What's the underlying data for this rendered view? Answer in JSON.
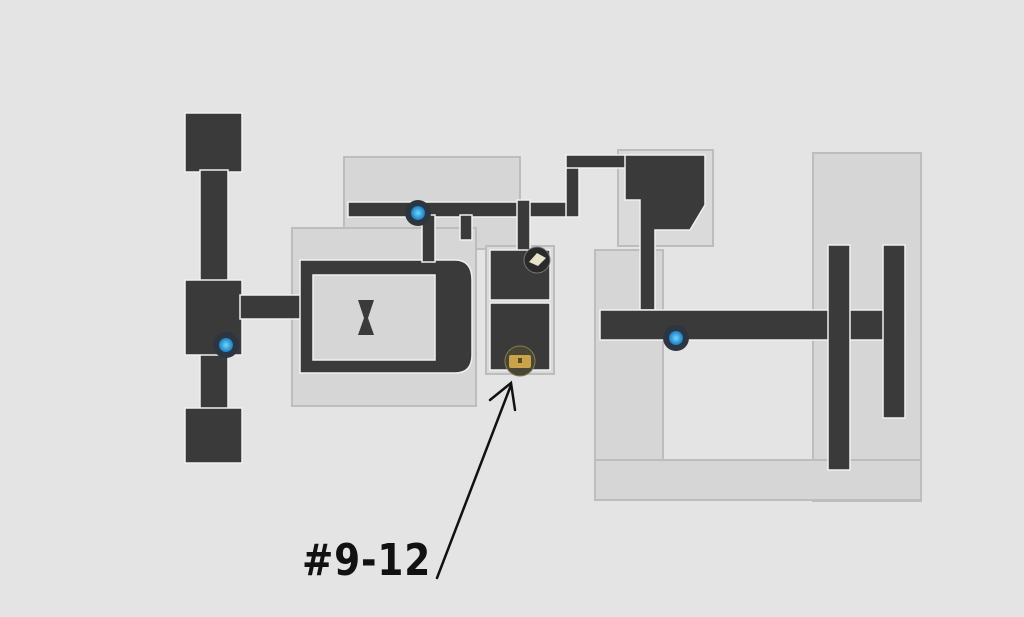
{
  "annotation": {
    "label": "#9-12",
    "target": "treasure-chest"
  },
  "markers": [
    {
      "type": "space-anchor",
      "name": "teleport-north"
    },
    {
      "type": "space-anchor",
      "name": "teleport-west"
    },
    {
      "type": "space-anchor",
      "name": "teleport-east"
    },
    {
      "type": "enemy",
      "name": "enemy"
    },
    {
      "type": "treasure-chest",
      "name": "chest"
    }
  ],
  "colors": {
    "background": "#e4e4e4",
    "walkable": "#3a3a3a",
    "structure": "#d2d2d2",
    "anchor": "#3fb8f0",
    "chest": "#c9a24a"
  }
}
